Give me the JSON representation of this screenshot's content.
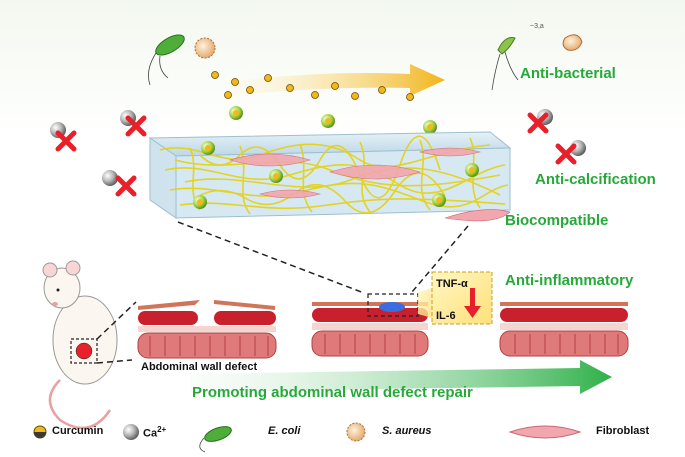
{
  "properties": {
    "antibacterial": "Anti-bacterial",
    "anticalcification": "Anti-calcification",
    "biocompatible": "Biocompatible",
    "antiinflammatory": "Anti-inflammatory"
  },
  "cytokines": {
    "tnf": "TNF-α",
    "il6": "IL-6"
  },
  "defect_label": "Abdominal wall defect",
  "repair_label": "Promoting abdominal wall defect repair",
  "legend": {
    "curcumin": "Curcumin",
    "calcium": "Ca",
    "calcium_sup": "2+",
    "ecoli": "E. coli",
    "saureus": "S. aureus",
    "fibroblast": "Fibroblast"
  },
  "colors": {
    "property_text": "#27a93a",
    "cross": "#e8202a",
    "muscle": "#c8202c",
    "fiber": "#e3d21a",
    "arrow_green": "#35b24a",
    "arrow_yellow": "#f0b81a"
  }
}
